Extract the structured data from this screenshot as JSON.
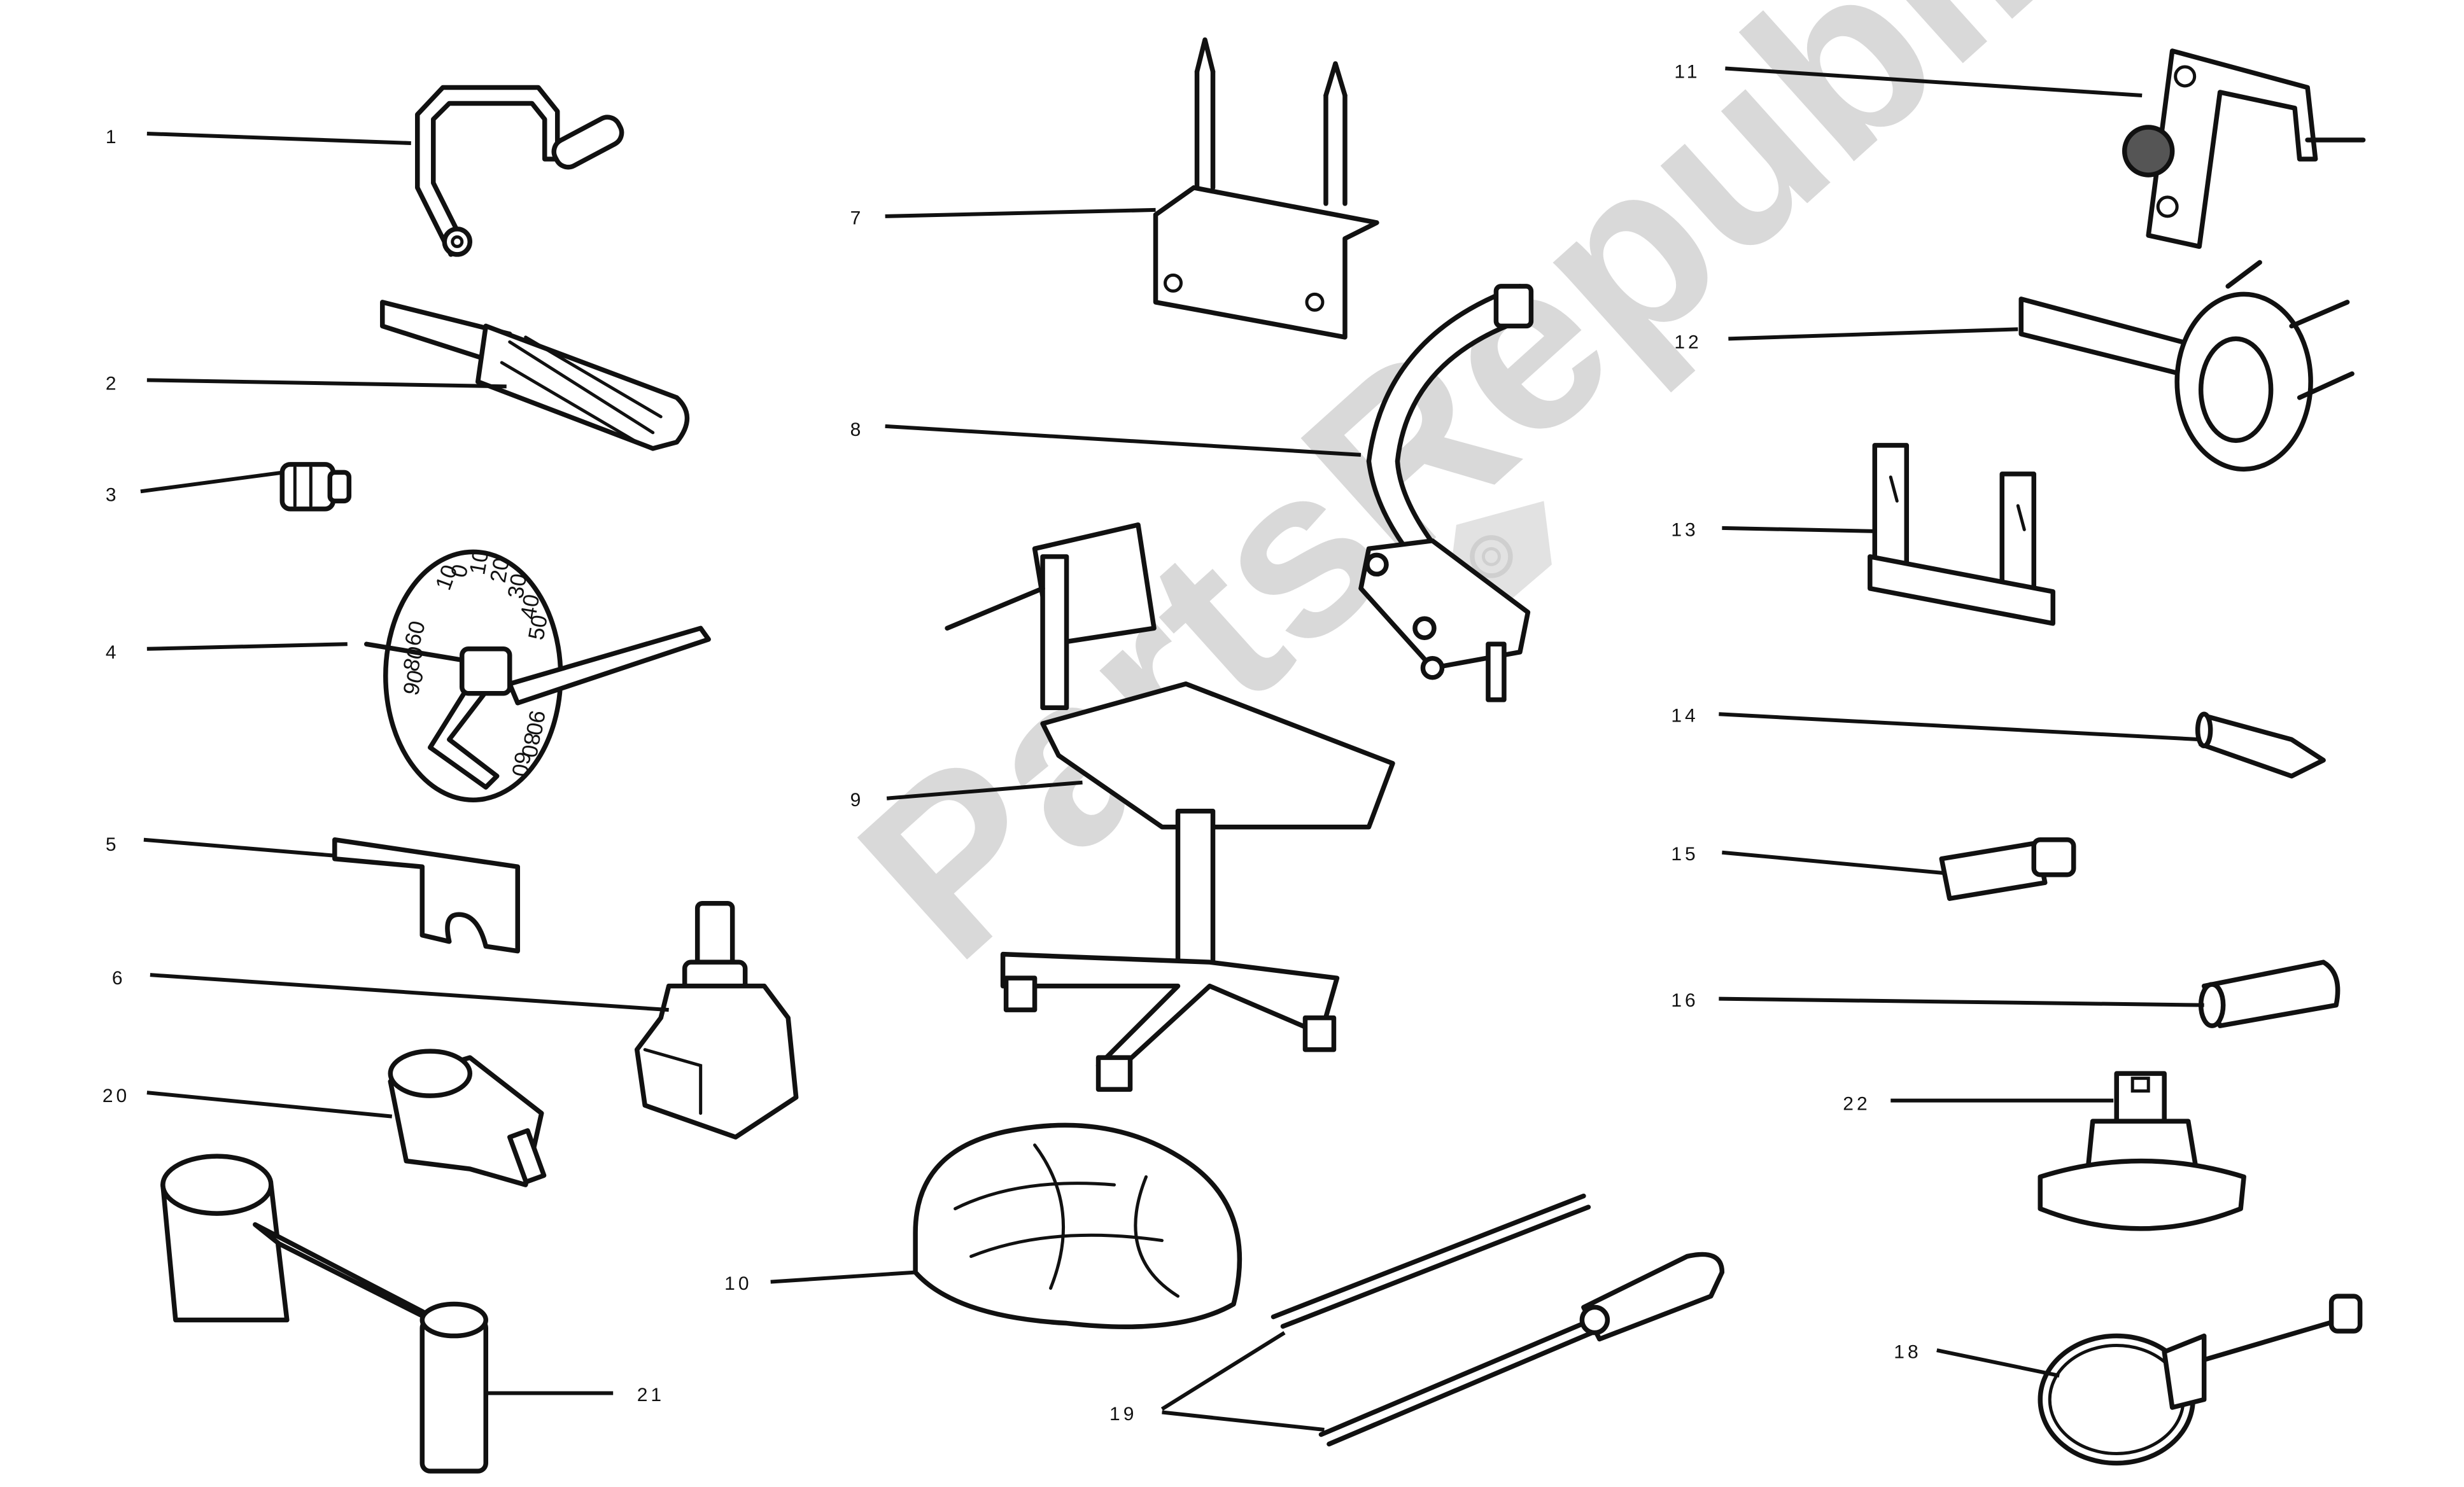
{
  "diagram": {
    "callouts": [
      {
        "id": "c1",
        "label": "1"
      },
      {
        "id": "c2",
        "label": "2"
      },
      {
        "id": "c3",
        "label": "3"
      },
      {
        "id": "c4",
        "label": "4"
      },
      {
        "id": "c5",
        "label": "5"
      },
      {
        "id": "c6",
        "label": "6"
      },
      {
        "id": "c20",
        "label": "20"
      },
      {
        "id": "c21",
        "label": "21"
      },
      {
        "id": "c7",
        "label": "7"
      },
      {
        "id": "c8",
        "label": "8"
      },
      {
        "id": "c9",
        "label": "9"
      },
      {
        "id": "c10",
        "label": "10"
      },
      {
        "id": "c19",
        "label": "19"
      },
      {
        "id": "c11",
        "label": "11"
      },
      {
        "id": "c12",
        "label": "12"
      },
      {
        "id": "c13",
        "label": "13"
      },
      {
        "id": "c14",
        "label": "14"
      },
      {
        "id": "c15",
        "label": "15"
      },
      {
        "id": "c16",
        "label": "16"
      },
      {
        "id": "c22",
        "label": "22"
      },
      {
        "id": "c18",
        "label": "18"
      }
    ],
    "dial_labels": [
      "10",
      "0",
      "10",
      "20",
      "30",
      "40",
      "50",
      "60",
      "80",
      "90",
      "90",
      "80",
      "60"
    ]
  },
  "watermark": {
    "text": "PartsRepublik"
  },
  "colors": {
    "line": "#111111",
    "background": "#ffffff",
    "watermark": "#d9d9d9"
  }
}
